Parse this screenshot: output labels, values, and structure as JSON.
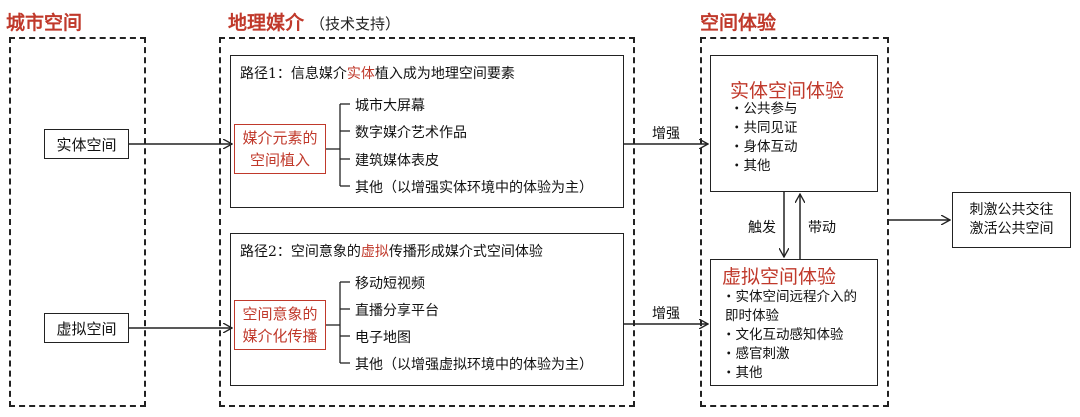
{
  "sections": {
    "urban_space": "城市空间",
    "geo_media": "地理媒介",
    "geo_media_sub": "（技术支持）",
    "space_experience": "空间体验"
  },
  "left": {
    "physical": "实体空间",
    "virtual": "虚拟空间"
  },
  "path1": {
    "title_pre": "路径1：信息媒介",
    "title_red": "实体",
    "title_post": "植入成为地理空间要素",
    "box_line1": "媒介元素的",
    "box_line2": "空间植入",
    "items": [
      "城市大屏幕",
      "数字媒介艺术作品",
      "建筑媒体表皮",
      "其他（以增强实体环境中的体验为主）"
    ]
  },
  "path2": {
    "title_pre": "路径2：空间意象的",
    "title_red": "虚拟",
    "title_post": "传播形成媒介式空间体验",
    "box_line1": "空间意象的",
    "box_line2": "媒介化传播",
    "items": [
      "移动短视频",
      "直播分享平台",
      "电子地图",
      "其他（以增强虚拟环境中的体验为主）"
    ]
  },
  "arrows": {
    "enhance_top": "增强",
    "enhance_bottom": "增强",
    "trigger": "触发",
    "drive": "带动"
  },
  "physical_exp": {
    "title": "实体空间体验",
    "bullets": [
      "・公共参与",
      "・共同见证",
      "・身体互动",
      "・其他"
    ]
  },
  "virtual_exp": {
    "title": "虚拟空间体验",
    "bullets": [
      "・实体空间远程介入的",
      "即时体验",
      "・文化互动感知体验",
      "・感官刺激",
      "・其他"
    ]
  },
  "result": {
    "line1": "刺激公共交往",
    "line2": "激活公共空间"
  }
}
